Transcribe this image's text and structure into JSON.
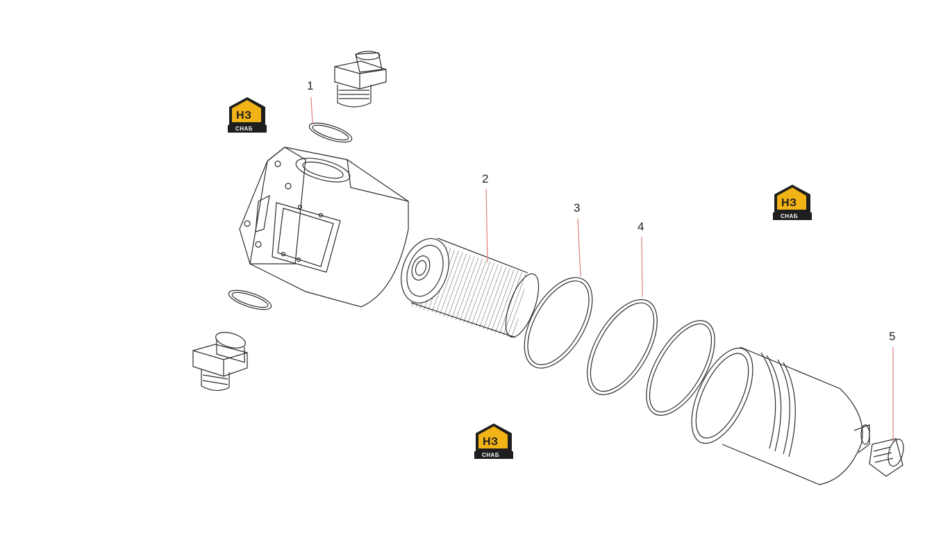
{
  "callouts": [
    {
      "id": "1",
      "label": "1"
    },
    {
      "id": "2",
      "label": "2"
    },
    {
      "id": "3",
      "label": "3"
    },
    {
      "id": "4",
      "label": "4"
    },
    {
      "id": "5",
      "label": "5"
    }
  ],
  "logo": {
    "mark_text": "НЗ",
    "word_text": "СНАБ",
    "accent_color": "#F2B316",
    "dark_color": "#1E1E1E"
  },
  "colors": {
    "line": "#2A2A2A",
    "leader": "#E07A7A"
  }
}
